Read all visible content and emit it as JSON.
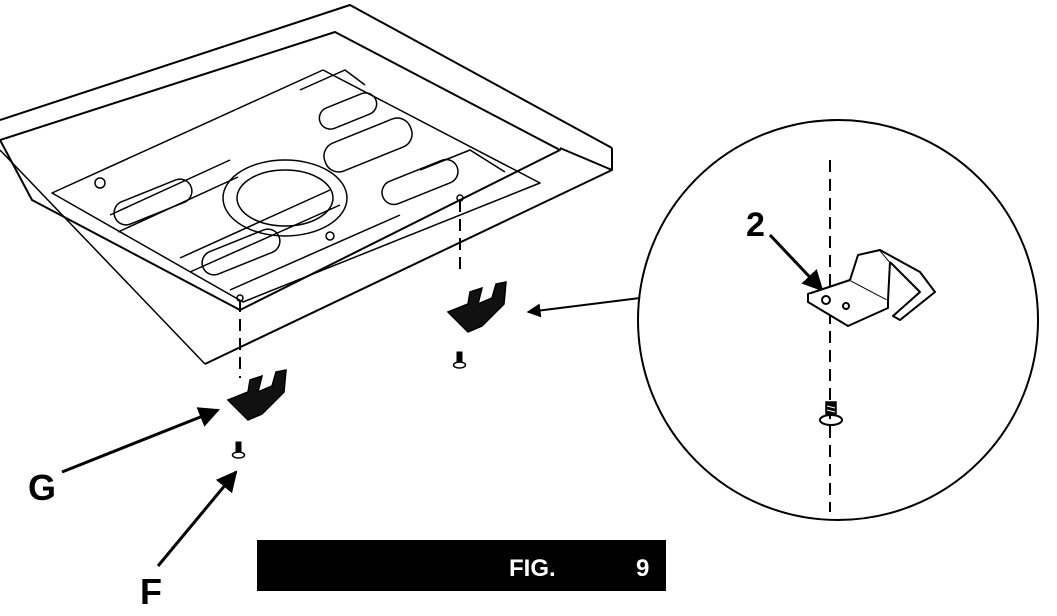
{
  "labels": {
    "g": "G",
    "f": "F",
    "detail_number": "2"
  },
  "caption": {
    "fig_word": "FIG.",
    "fig_number": "9"
  },
  "colors": {
    "line": "#000000",
    "background": "#ffffff",
    "caption_bar": "#000000",
    "caption_text": "#ffffff"
  }
}
